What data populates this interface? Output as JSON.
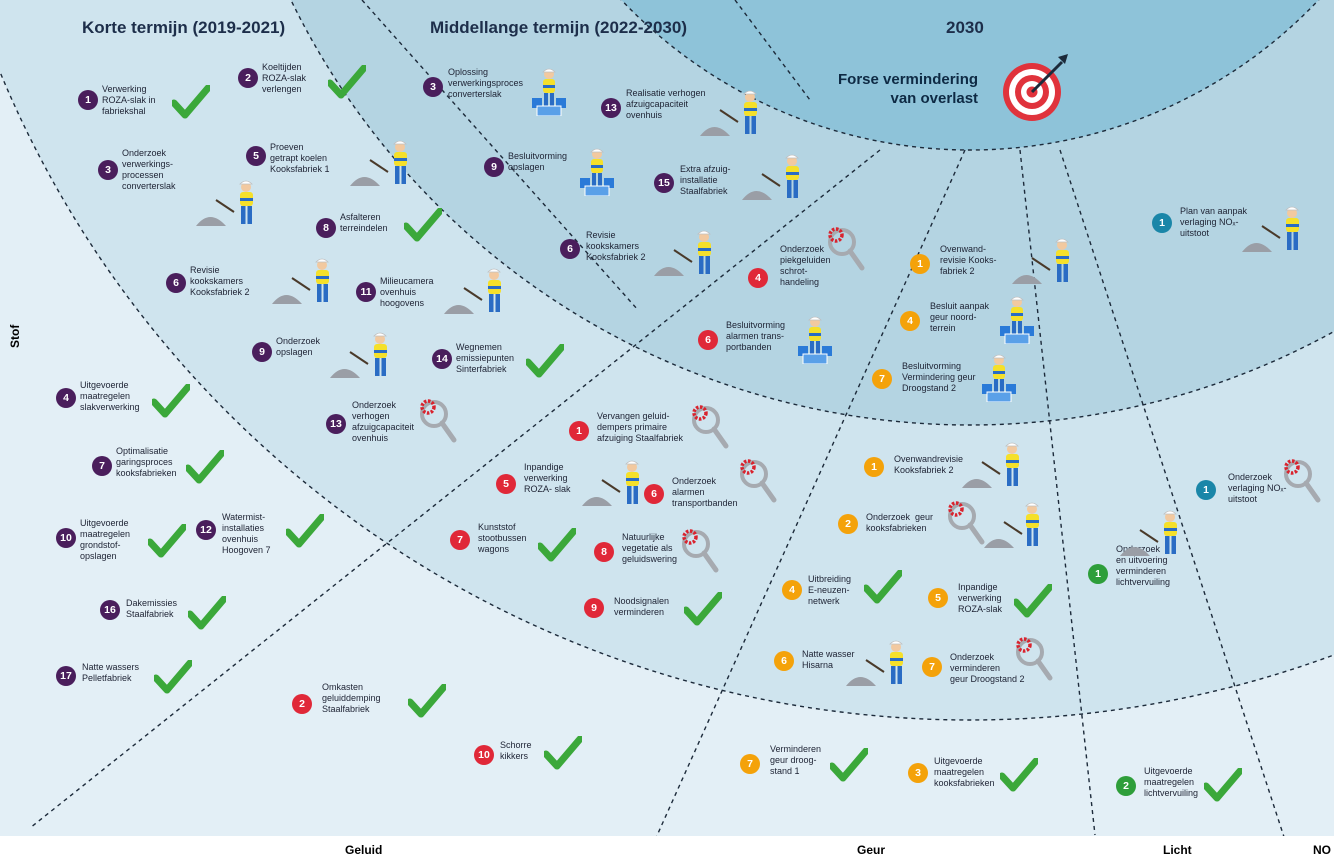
{
  "headers": {
    "short_term": "Korte termijn (2019-2021)",
    "mid_term": "Middellange termijn (2022-2030)",
    "year": "2030"
  },
  "goal": {
    "line1": "Forse vermindering",
    "line2": "van overlast"
  },
  "axis_labels": {
    "stof": "Stof",
    "geluid": "Geluid",
    "geur": "Geur",
    "licht": "Licht",
    "nox": "NO"
  },
  "colors": {
    "stof": "#4a1e5c",
    "geluid": "#e02838",
    "geur": "#f4a20a",
    "licht": "#2e9e3a",
    "nox": "#1a86a8",
    "check": "#3ba83a"
  },
  "items": [
    {
      "id": "s1",
      "num": "1",
      "cat": "stof",
      "text": "Verwerking\nROZA-slak in\nfabriekshal",
      "icon": "check"
    },
    {
      "id": "s2",
      "num": "2",
      "cat": "stof",
      "text": "Koeltijden\nROZA-slak\nverlengen",
      "icon": "check"
    },
    {
      "id": "s5",
      "num": "5",
      "cat": "stof",
      "text": "Proeven\ngetrapt koelen\nKooksfabriek 1",
      "icon": "worker"
    },
    {
      "id": "s3",
      "num": "3",
      "cat": "stof",
      "text": "Onderzoek\nverwerkings-\nprocessen\nconverterslak",
      "icon": "worker"
    },
    {
      "id": "s8",
      "num": "8",
      "cat": "stof",
      "text": "Asfalteren\nterreindelen",
      "icon": "check"
    },
    {
      "id": "s6a",
      "num": "6",
      "cat": "stof",
      "text": "Revisie\nkookskamers\nKooksfabriek 2",
      "icon": "worker"
    },
    {
      "id": "s11",
      "num": "11",
      "cat": "stof",
      "text": "Milieucamera\novenhuis\nhoogovens",
      "icon": "worker"
    },
    {
      "id": "s9a",
      "num": "9",
      "cat": "stof",
      "text": "Onderzoek\nopslagen",
      "icon": "worker"
    },
    {
      "id": "s14",
      "num": "14",
      "cat": "stof",
      "text": "Wegnemen\nemissiepunten\nSinterfabriek",
      "icon": "check"
    },
    {
      "id": "s13a",
      "num": "13",
      "cat": "stof",
      "text": "Onderzoek\nverhogen\nafzuigcapaciteit\novenhuis",
      "icon": "search"
    },
    {
      "id": "s4",
      "num": "4",
      "cat": "stof",
      "text": "Uitgevoerde\nmaatregelen\nslakverwerking",
      "icon": "check"
    },
    {
      "id": "s7",
      "num": "7",
      "cat": "stof",
      "text": "Optimalisatie\ngaringsproces\nkooksfabrieken",
      "icon": "check"
    },
    {
      "id": "s10",
      "num": "10",
      "cat": "stof",
      "text": "Uitgevoerde\nmaatregelen\ngrondstof-\nopslagen",
      "icon": "check"
    },
    {
      "id": "s12",
      "num": "12",
      "cat": "stof",
      "text": "Watermist-\ninstallaties\novenhuis\nHoogoven 7",
      "icon": "check"
    },
    {
      "id": "s16",
      "num": "16",
      "cat": "stof",
      "text": "Dakemissies\nStaalfabriek",
      "icon": "check"
    },
    {
      "id": "s17",
      "num": "17",
      "cat": "stof",
      "text": "Natte wassers\nPelletfabriek",
      "icon": "check"
    },
    {
      "id": "s3b",
      "num": "3",
      "cat": "stof",
      "text": "Oplossing\nverwerkingsproces\nconverterslak",
      "icon": "plan"
    },
    {
      "id": "s13b",
      "num": "13",
      "cat": "stof",
      "text": "Realisatie verhogen\nafzuigcapaciteit\novenhuis",
      "icon": "worker"
    },
    {
      "id": "s9b",
      "num": "9",
      "cat": "stof",
      "text": "Besluitvorming\nopslagen",
      "icon": "plan"
    },
    {
      "id": "s15",
      "num": "15",
      "cat": "stof",
      "text": "Extra afzuig-\ninstallatie\nStaalfabriek",
      "icon": "worker"
    },
    {
      "id": "s6b",
      "num": "6",
      "cat": "stof",
      "text": "Revisie\nkookskamers\nKooksfabriek 2",
      "icon": "worker"
    },
    {
      "id": "g4",
      "num": "4",
      "cat": "geluid",
      "text": "Onderzoek\npiekgeluiden\nschrot-\nhandeling",
      "icon": "search"
    },
    {
      "id": "g6a",
      "num": "6",
      "cat": "geluid",
      "text": "Besluitvorming\nalarmen trans-\nportbanden",
      "icon": "plan"
    },
    {
      "id": "g1",
      "num": "1",
      "cat": "geluid",
      "text": "Vervangen geluid-\ndempers primaire\nafzuiging Staalfabriek",
      "icon": "search"
    },
    {
      "id": "g5",
      "num": "5",
      "cat": "geluid",
      "text": "Inpandige\nverwerking\nROZA- slak",
      "icon": "worker"
    },
    {
      "id": "g6b",
      "num": "6",
      "cat": "geluid",
      "text": "Onderzoek\nalarmen\ntransportbanden",
      "icon": "search"
    },
    {
      "id": "g7",
      "num": "7",
      "cat": "geluid",
      "text": "Kunststof\nstootbussen\nwagons",
      "icon": "check"
    },
    {
      "id": "g8",
      "num": "8",
      "cat": "geluid",
      "text": "Natuurlijke\nvegetatie als\ngeluidswering",
      "icon": "search"
    },
    {
      "id": "g9",
      "num": "9",
      "cat": "geluid",
      "text": "Noodsignalen\nverminderen",
      "icon": "check"
    },
    {
      "id": "g2",
      "num": "2",
      "cat": "geluid",
      "text": "Omkasten\ngeluiddemping\nStaalfabriek",
      "icon": "check"
    },
    {
      "id": "g10",
      "num": "10",
      "cat": "geluid",
      "text": "Schorre\nkikkers",
      "icon": "check"
    },
    {
      "id": "o1a",
      "num": "1",
      "cat": "geur",
      "text": "Ovenwand-\nrevisie Kooks-\nfabriek 2",
      "icon": "worker"
    },
    {
      "id": "o4a",
      "num": "4",
      "cat": "geur",
      "text": "Besluit aanpak\ngeur noord-\nterrein",
      "icon": "plan"
    },
    {
      "id": "o7a",
      "num": "7",
      "cat": "geur",
      "text": "Besluitvorming\nVermindering geur\nDroogstand 2",
      "icon": "plan"
    },
    {
      "id": "o1b",
      "num": "1",
      "cat": "geur",
      "text": "Ovenwandrevisie\nKooksfabriek 2",
      "icon": "worker"
    },
    {
      "id": "o2",
      "num": "2",
      "cat": "geur",
      "text": "Onderzoek  geur\nkooksfabrieken",
      "icon": "searchworker"
    },
    {
      "id": "o4b",
      "num": "4",
      "cat": "geur",
      "text": "Uitbreiding\nE-neuzen-\nnetwerk",
      "icon": "check"
    },
    {
      "id": "o5",
      "num": "5",
      "cat": "geur",
      "text": "Inpandige\nverwerking\nROZA-slak",
      "icon": "check"
    },
    {
      "id": "o6",
      "num": "6",
      "cat": "geur",
      "text": "Natte wasser\nHisarna",
      "icon": "worker"
    },
    {
      "id": "o7b",
      "num": "7",
      "cat": "geur",
      "text": "Onderzoek\nverminderen\ngeur Droogstand 2",
      "icon": "search"
    },
    {
      "id": "o7c",
      "num": "7",
      "cat": "geur",
      "text": "Verminderen\ngeur droog-\nstand 1",
      "icon": "check"
    },
    {
      "id": "o3",
      "num": "3",
      "cat": "geur",
      "text": "Uitgevoerde\nmaatregelen\nkooksfabrieken",
      "icon": "check"
    },
    {
      "id": "l1",
      "num": "1",
      "cat": "licht",
      "text": "Onderzoek\nen uitvoering\nverminderen\nlichtvervuiling",
      "icon": "worker"
    },
    {
      "id": "l2",
      "num": "2",
      "cat": "licht",
      "text": "Uitgevoerde\nmaatregelen\nlichtvervuiling",
      "icon": "check"
    },
    {
      "id": "n1a",
      "num": "1",
      "cat": "nox",
      "text": "Plan van aanpak\nverlaging NOₓ-\nuitstoot",
      "icon": "worker"
    },
    {
      "id": "n1b",
      "num": "1",
      "cat": "nox",
      "text": "Onderzoek\nverlaging NOₓ-\nuitstoot",
      "icon": "search"
    }
  ]
}
